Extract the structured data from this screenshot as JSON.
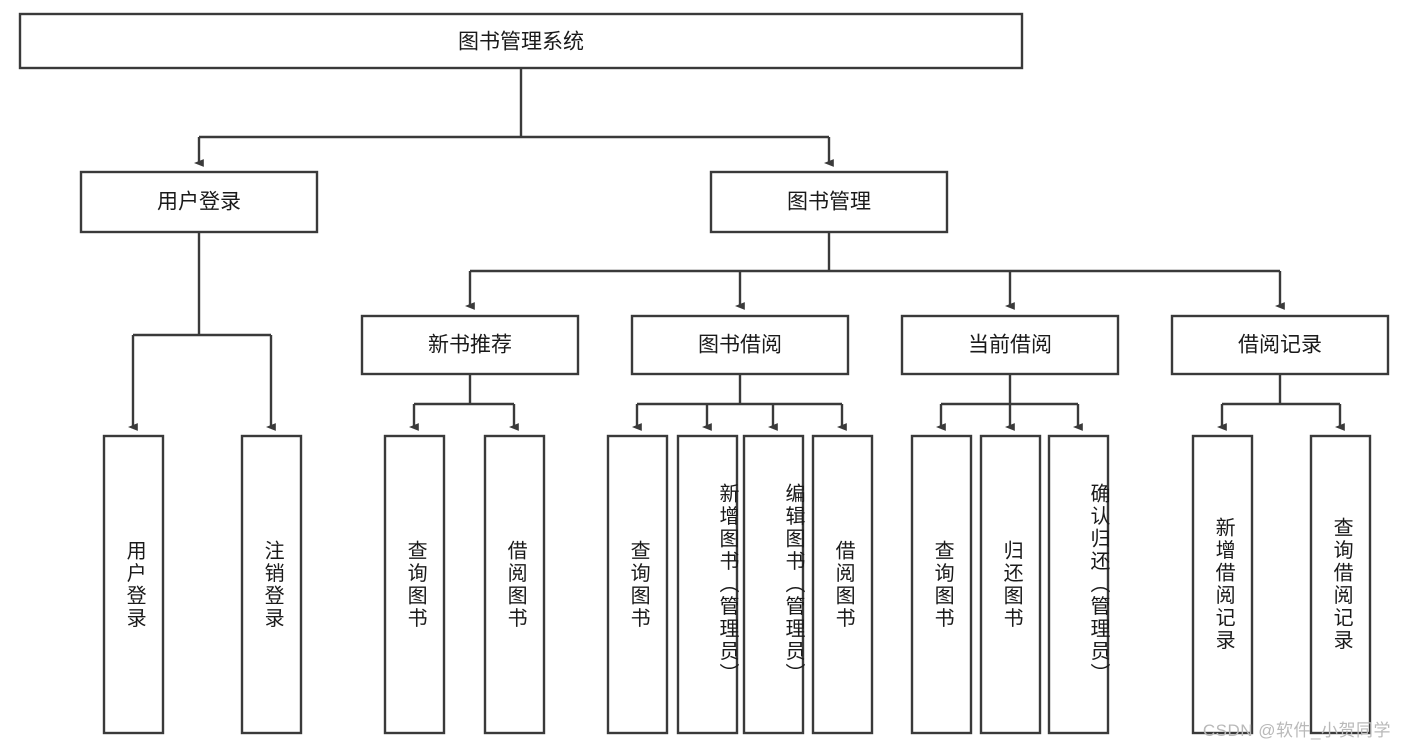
{
  "diagram": {
    "type": "tree-hierarchy",
    "title": "图书管理系统",
    "watermark": "CSDN @软件_小贺同学",
    "colors": {
      "stroke": "#3a3a3a",
      "fill": "#ffffff",
      "text": "#1a1a1a",
      "watermark": "#b9b9b9",
      "background": "#ffffff"
    },
    "levels": {
      "root": {
        "label": "图书管理系统"
      },
      "level2": [
        {
          "id": "user-login",
          "label": "用户登录"
        },
        {
          "id": "book-manage",
          "label": "图书管理"
        }
      ],
      "level3": [
        {
          "id": "new-book-rec",
          "label": "新书推荐",
          "parent": "book-manage"
        },
        {
          "id": "book-borrow",
          "label": "图书借阅",
          "parent": "book-manage"
        },
        {
          "id": "current-borrow",
          "label": "当前借阅",
          "parent": "book-manage"
        },
        {
          "id": "borrow-record",
          "label": "借阅记录",
          "parent": "book-manage"
        }
      ],
      "leaves": [
        {
          "id": "leaf-user-login",
          "label": "用户登录",
          "parent": "user-login"
        },
        {
          "id": "leaf-logout",
          "label": "注销登录",
          "parent": "user-login"
        },
        {
          "id": "leaf-query-book-1",
          "label": "查询图书",
          "parent": "new-book-rec"
        },
        {
          "id": "leaf-borrow-book-1",
          "label": "借阅图书",
          "parent": "new-book-rec"
        },
        {
          "id": "leaf-query-book-2",
          "label": "查询图书",
          "parent": "book-borrow"
        },
        {
          "id": "leaf-add-book",
          "label": "新增图书（管理员）",
          "parent": "book-borrow"
        },
        {
          "id": "leaf-edit-book",
          "label": "编辑图书（管理员）",
          "parent": "book-borrow"
        },
        {
          "id": "leaf-borrow-book-2",
          "label": "借阅图书",
          "parent": "book-borrow"
        },
        {
          "id": "leaf-query-book-3",
          "label": "查询图书",
          "parent": "current-borrow"
        },
        {
          "id": "leaf-return-book",
          "label": "归还图书",
          "parent": "current-borrow"
        },
        {
          "id": "leaf-confirm-return",
          "label": "确认归还（管理员）",
          "parent": "current-borrow"
        },
        {
          "id": "leaf-add-record",
          "label": "新增借阅记录",
          "parent": "borrow-record"
        },
        {
          "id": "leaf-query-record",
          "label": "查询借阅记录",
          "parent": "borrow-record"
        }
      ]
    }
  }
}
